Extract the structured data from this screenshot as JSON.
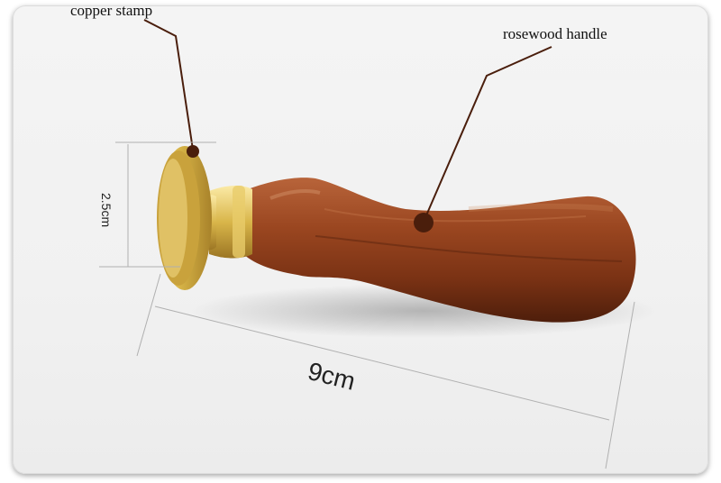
{
  "labels": {
    "stamp": "copper stamp",
    "handle": "rosewood handle"
  },
  "dimensions": {
    "diameter": "2.5cm",
    "length": "9cm"
  },
  "colors": {
    "background": "#f2f2f2",
    "brass": "#d9b64a",
    "rosewood": "#8a3b18",
    "leader_line": "#4a1e0c"
  }
}
